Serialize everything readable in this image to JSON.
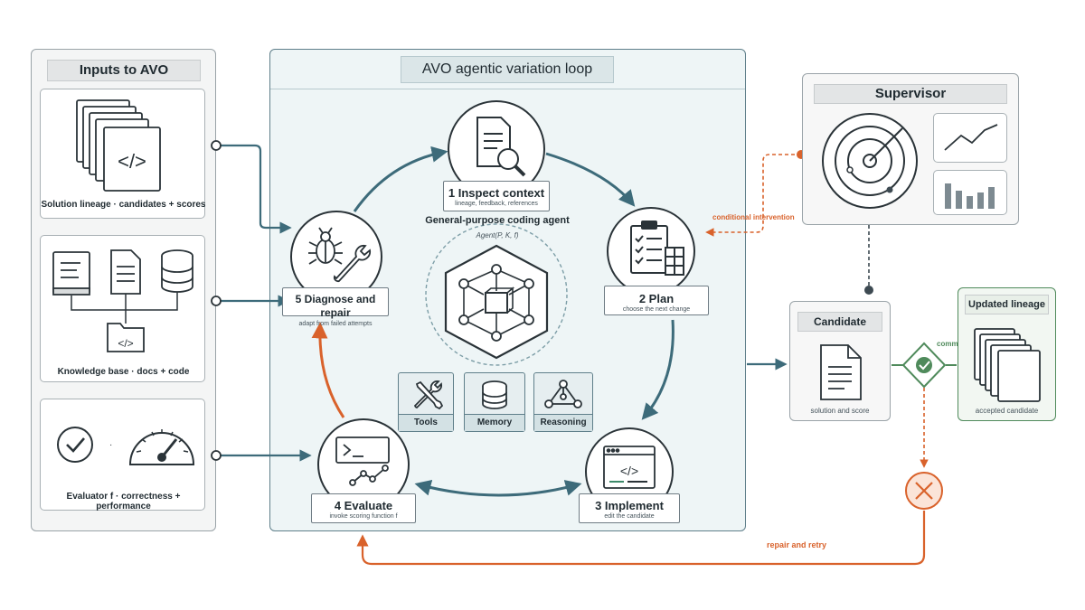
{
  "inputs": {
    "title": "Inputs to AVO",
    "lineage_caption": "Solution lineage · candidates + scores",
    "knowledge_caption": "Knowledge base · docs + code",
    "evaluator_caption": "Evaluator  f  · correctness + performance"
  },
  "loop": {
    "title": "AVO agentic variation loop",
    "agent_label": "General-purpose coding agent",
    "agent_formula": "Agent(P, K, f)",
    "steps": {
      "inspect": {
        "title": "1  Inspect context",
        "sub": "lineage, feedback, references"
      },
      "plan": {
        "title": "2  Plan",
        "sub": "choose the next change"
      },
      "implement": {
        "title": "3  Implement",
        "sub": "edit the candidate"
      },
      "evaluate": {
        "title": "4  Evaluate",
        "sub": "invoke scoring function  f"
      },
      "diagnose": {
        "title": "5  Diagnose and repair",
        "sub": "adapt from failed attempts"
      }
    },
    "tools": {
      "tools": "Tools",
      "memory": "Memory",
      "reasoning": "Reasoning"
    }
  },
  "supervisor": {
    "title": "Supervisor",
    "intervention": "conditional intervention"
  },
  "candidate": {
    "title": "Candidate",
    "caption": "solution and score"
  },
  "commit_label": "commit",
  "lineage_out": {
    "title": "Updated lineage",
    "caption": "accepted candidate"
  },
  "repair_label": "repair and retry",
  "colors": {
    "teal": "#3d6b7a",
    "orange": "#d9622b",
    "green": "#4f8a5b",
    "panel_bg": "#eef5f6"
  }
}
